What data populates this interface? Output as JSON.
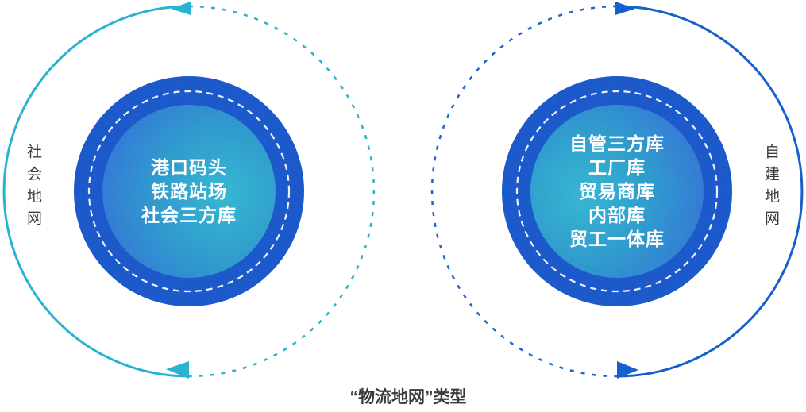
{
  "diagram": {
    "caption": "“物流地网”类型",
    "left_network": {
      "side_label": "社会地网",
      "accent_color": "#29b2d1",
      "rotation": "arrows-counterclockwise",
      "lines": [
        "港口码头",
        "铁路站场",
        "社会三方库"
      ]
    },
    "right_network": {
      "side_label": "自建地网",
      "accent_color": "#1560cd",
      "rotation": "arrows-clockwise",
      "lines": [
        "自管三方库",
        "工厂库",
        "贸易商库",
        "内部库",
        "贸工一体库"
      ]
    },
    "colors": {
      "outer_ring_blue": "#1252c8",
      "inner_gradient_blue": "#2d6ad7",
      "inner_gradient_teal": "#2db4d0",
      "inner_dash_ring": "#ffffff",
      "label_gray": "#3c3c3c"
    }
  }
}
